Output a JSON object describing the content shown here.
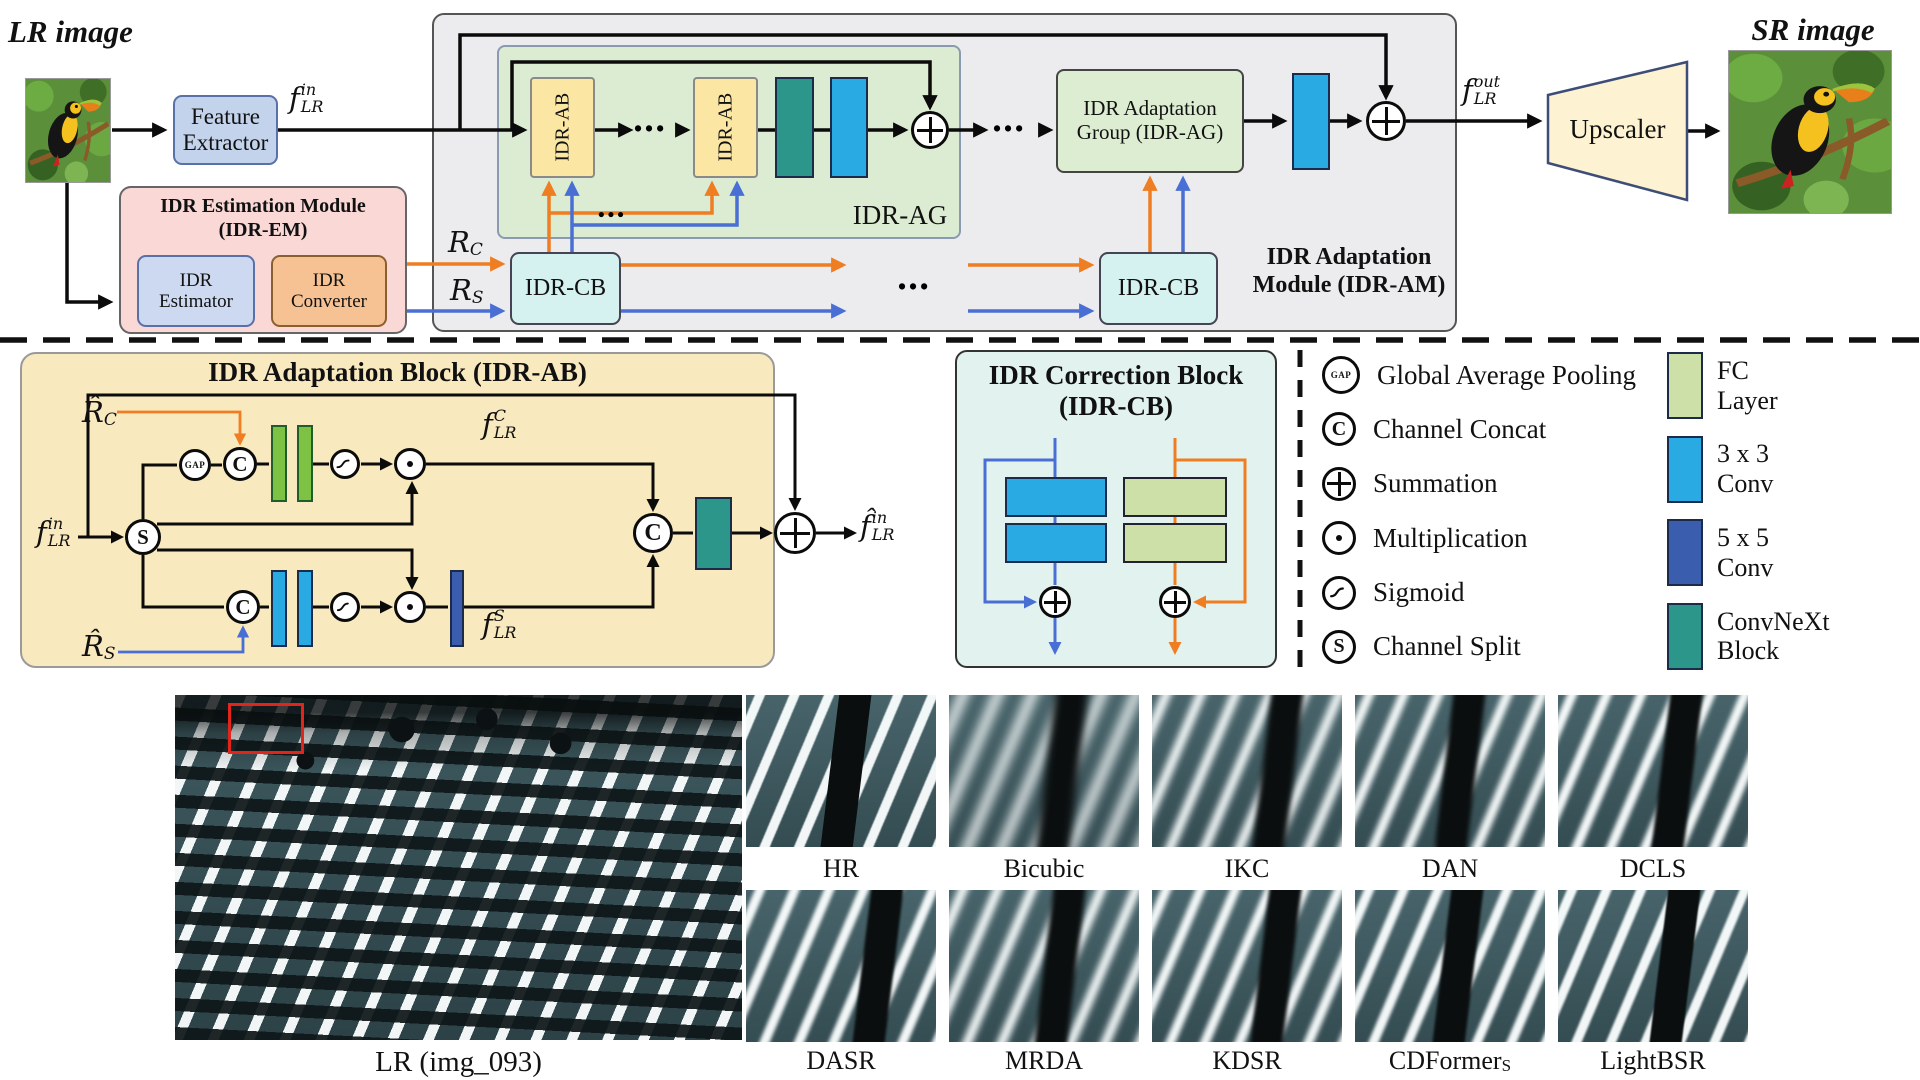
{
  "colors": {
    "orange": "#ef7d22",
    "blue": "#4a6fd4",
    "teal": "#2d968a",
    "cyan": "#29aae3",
    "dark_blue": "#3a5dad",
    "bright_green": "#7dc242",
    "light_green": "#cde0a8",
    "panel_gray": "#ececee",
    "panel_green": "#dcecd2",
    "panel_yellow": "#f9e9bf",
    "panel_mint": "#e2f3ef",
    "panel_pink": "#f9d8d6",
    "roi_red": "#e1251b"
  },
  "pipeline": {
    "lr_image_label": "LR image",
    "sr_image_label": "SR image",
    "feature_extractor": {
      "line1": "Feature",
      "line2": "Extractor"
    },
    "f_in": {
      "base": "f",
      "sub": "LR",
      "sup": "in"
    },
    "f_out": {
      "base": "f",
      "sub": "LR",
      "sup": "out"
    },
    "idr_ab": "IDR-AB",
    "idr_ag_label": "IDR-AG",
    "ag_group": {
      "line1": "IDR Adaptation",
      "line2": "Group (IDR-AG)"
    },
    "am_label": {
      "line1": "IDR Adaptation",
      "line2": "Module (IDR-AM)"
    },
    "em": {
      "title_line1": "IDR Estimation Module",
      "title_line2": "(IDR-EM)",
      "estimator": {
        "line1": "IDR",
        "line2": "Estimator"
      },
      "converter": {
        "line1": "IDR",
        "line2": "Converter"
      }
    },
    "rc": {
      "base": "R",
      "sub": "C"
    },
    "rs": {
      "base": "R",
      "sub": "S"
    },
    "idr_cb": "IDR-CB",
    "upscaler": "Upscaler",
    "dots": "•••"
  },
  "ab_block": {
    "title": "IDR Adaptation Block (IDR-AB)",
    "rc_hat": {
      "base": "R̂",
      "sub": "C"
    },
    "rs_hat": {
      "base": "R̂",
      "sub": "S"
    },
    "f_in": {
      "base": "f",
      "sub": "LR",
      "sup": "in"
    },
    "f_c": {
      "base": "f",
      "sub": "LR",
      "sup": "C"
    },
    "f_s": {
      "base": "f",
      "sub": "LR",
      "sup": "S"
    },
    "f_in_hat": {
      "base": "f̂",
      "sub": "LR",
      "sup": "in"
    },
    "gap_glyph": "GAP",
    "concat_glyph": "C",
    "split_glyph": "S"
  },
  "cb_block": {
    "title_line1": "IDR Correction Block",
    "title_line2": "(IDR-CB)"
  },
  "legend": {
    "items": [
      {
        "icon": "gap",
        "glyph": "GAP",
        "label": "Global Average Pooling"
      },
      {
        "icon": "concat",
        "glyph": "C",
        "label": "Channel Concat"
      },
      {
        "icon": "sum",
        "label": "Summation"
      },
      {
        "icon": "mult",
        "label": "Multiplication"
      },
      {
        "icon": "sigmoid",
        "label": "Sigmoid"
      },
      {
        "icon": "split",
        "glyph": "S",
        "label": "Channel Split"
      }
    ],
    "swatches": [
      {
        "color": "#cde0a8",
        "line1": "FC",
        "line2": "Layer"
      },
      {
        "color": "#29aae3",
        "line1": "3 x 3",
        "line2": "Conv"
      },
      {
        "color": "#3a5dad",
        "line1": "5 x 5",
        "line2": "Conv"
      },
      {
        "color": "#2d968a",
        "line1": "ConvNeXt",
        "line2": "Block"
      }
    ]
  },
  "comparison": {
    "lr_label": "LR (img_093)",
    "row1": [
      {
        "label": "HR"
      },
      {
        "label": "Bicubic"
      },
      {
        "label": "IKC"
      },
      {
        "label": "DAN"
      },
      {
        "label": "DCLS"
      }
    ],
    "row2": [
      {
        "label": "DASR"
      },
      {
        "label": "MRDA"
      },
      {
        "label": "KDSR"
      },
      {
        "label": "CDFormer",
        "sub": "S"
      },
      {
        "label": "LightBSR"
      }
    ]
  }
}
